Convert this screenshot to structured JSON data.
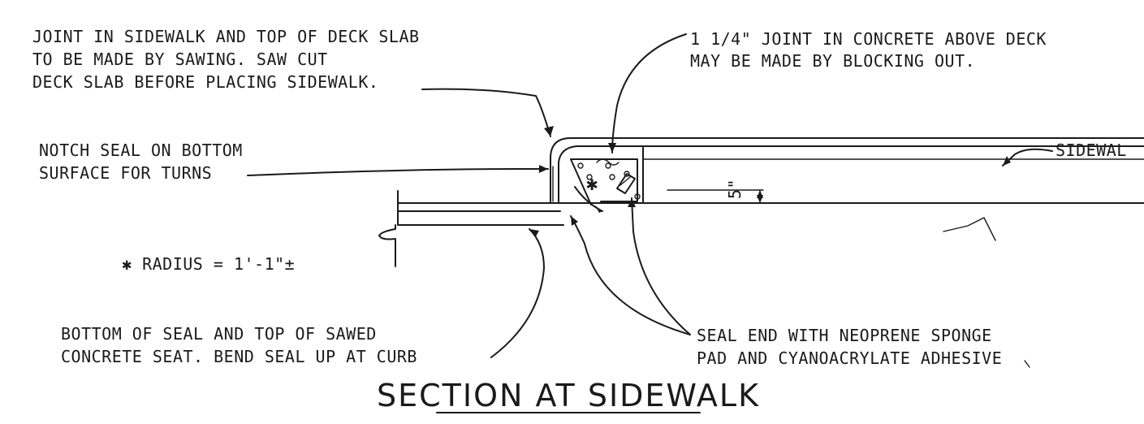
{
  "notes": {
    "joint_sawing": [
      "JOINT IN SIDEWALK AND TOP OF DECK SLAB",
      "TO BE MADE BY SAWING. SAW CUT",
      "DECK SLAB BEFORE PLACING SIDEWALK."
    ],
    "joint_blocking": [
      "1 1/4\" JOINT IN CONCRETE ABOVE DECK",
      "MAY BE MADE BY BLOCKING OUT."
    ],
    "notch_seal": [
      "NOTCH SEAL ON BOTTOM",
      "SURFACE FOR TURNS"
    ],
    "sidewalk": "SIDEWAL",
    "radius": "✱ RADIUS = 1'-1\"±",
    "bottom_seal": [
      "BOTTOM OF SEAL AND TOP OF SAWED",
      "CONCRETE SEAT. BEND SEAL UP AT CURB"
    ],
    "seal_end": [
      "SEAL END WITH NEOPRENE SPONGE",
      "PAD AND CYANOACRYLATE ADHESIVE"
    ]
  },
  "dimension": "5\"",
  "radius_mark": "✱",
  "title": "SECTION AT SIDEWALK"
}
